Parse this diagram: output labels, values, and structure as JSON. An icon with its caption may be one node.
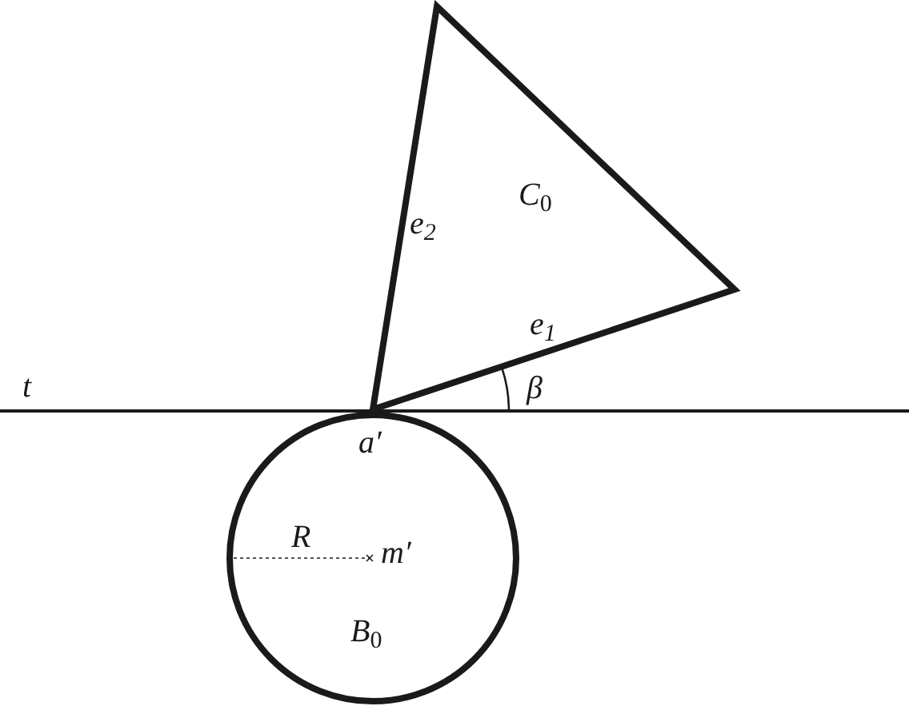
{
  "diagram": {
    "nodes": [
      {
        "text": [
          "*C*$_{0}$"
        ]
      },
      {
        "text": [
          "*B*$_{0}$"
        ]
      }
    ],
    "labels": [
      "t",
      "e$_{2}$",
      "e$_{1}$",
      "β",
      "a′",
      "R",
      "m′"
    ]
  }
}
